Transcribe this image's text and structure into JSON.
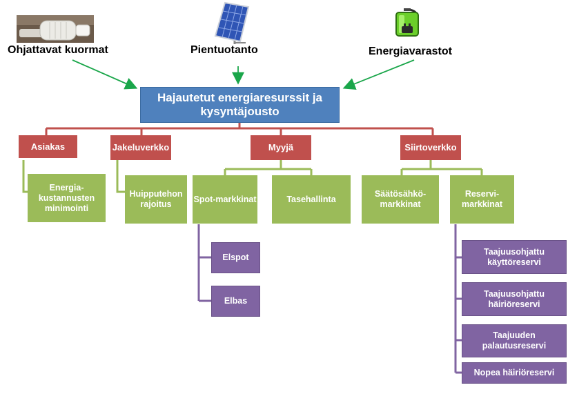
{
  "inputs": {
    "loads": "Ohjattavat kuormat",
    "small_production": "Pientuotanto",
    "storage": "Energiavarastot"
  },
  "root": "Hajautetut energiaresurssit ja kysyntäjousto",
  "branches": {
    "asiakas": {
      "label": "Asiakas",
      "child": "Energia-kustannusten minimointi"
    },
    "jakeluverkko": {
      "label": "Jakeluverkko",
      "child": "Huipputehon rajoitus"
    },
    "myyja": {
      "label": "Myyjä",
      "spot": {
        "label": "Spot-markkinat",
        "children": [
          "Elspot",
          "Elbas"
        ]
      },
      "tase": "Tasehallinta"
    },
    "siirtoverkko": {
      "label": "Siirtoverkko",
      "saato": "Säätösähkö-markkinat",
      "reservi": {
        "label": "Reservi-markkinat",
        "children": [
          "Taajuusohjattu käyttöreservi",
          "Taajuusohjattu häiriöreservi",
          "Taajuuden palautusreservi",
          "Nopea häiriöreservi"
        ]
      }
    }
  },
  "colors": {
    "root": "#4f81bd",
    "level1": "#c0504d",
    "level2": "#9bbb59",
    "level3": "#8064a2",
    "input_arrows": "#1aa64a"
  },
  "icons": {
    "loads": "radiator-thermostat-icon",
    "small_production": "solar-panel-icon",
    "storage": "battery-plug-icon"
  }
}
